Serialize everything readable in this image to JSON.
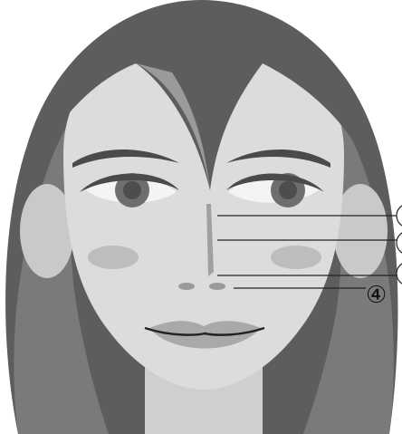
{
  "diagram": {
    "colors": {
      "hair_dark": "#5d5d5d",
      "hair_mid": "#7a7a7a",
      "hair_light": "#9a9a9a",
      "skin": "#dcdcdc",
      "skin_shade": "#c9c9c9",
      "neck": "#cfcfcf",
      "cheek_blush": "#bdbdbd",
      "iris": "#6e6e6e",
      "pupil": "#4d4d4d",
      "brow": "#4a4a4a",
      "lip": "#a9a9a9",
      "line": "#222222"
    },
    "callouts": [
      {
        "id": "1",
        "label": ""
      },
      {
        "id": "2",
        "label": ""
      },
      {
        "id": "3",
        "label": ""
      },
      {
        "id": "4",
        "label": "④"
      }
    ]
  }
}
